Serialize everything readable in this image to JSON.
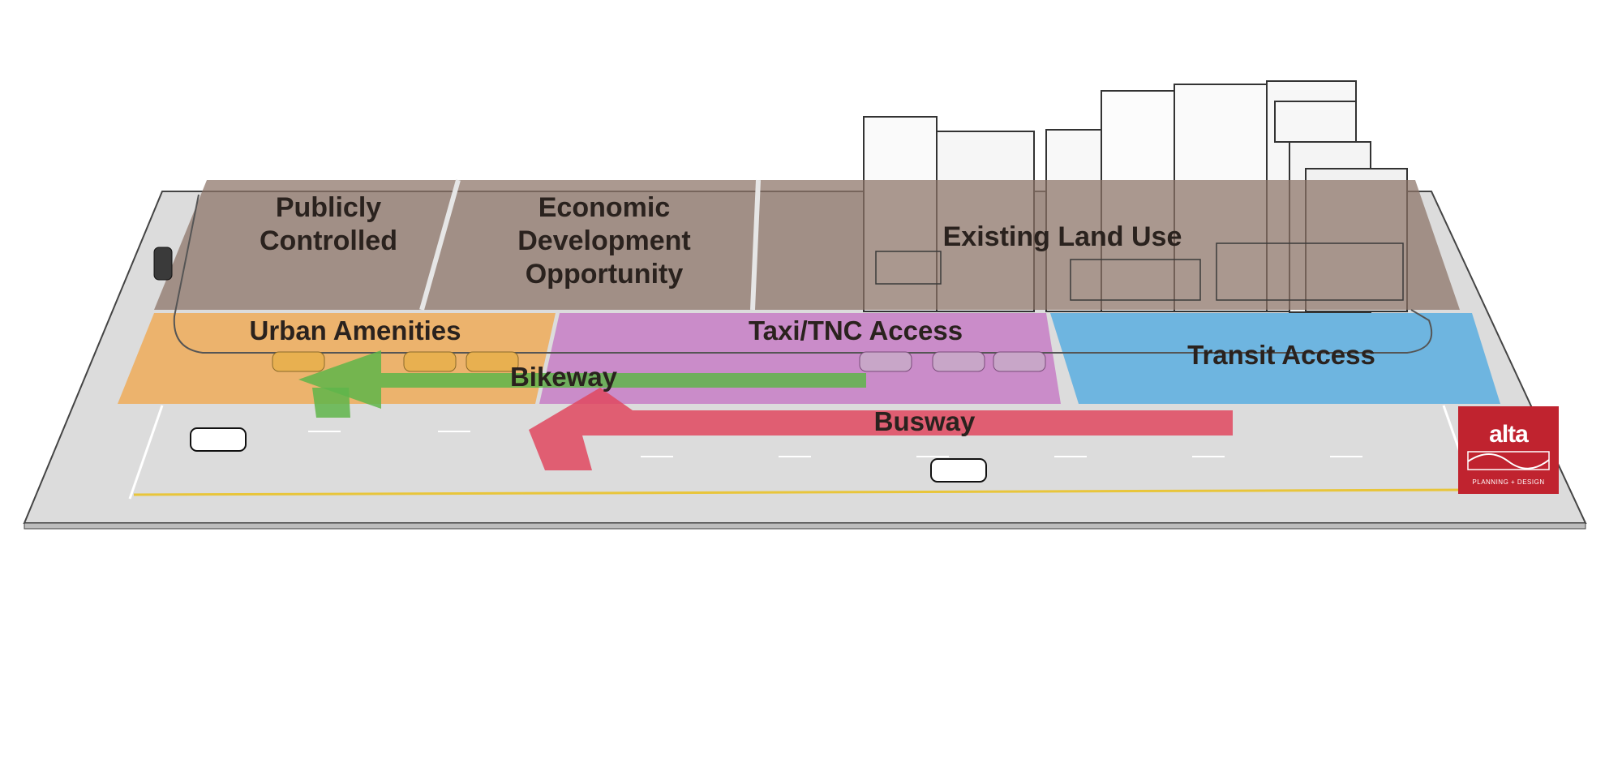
{
  "zones": {
    "publicly_controlled": "Publicly Controlled",
    "economic_development": "Economic Development Opportunity",
    "existing_land_use": "Existing Land Use",
    "urban_amenities": "Urban Amenities",
    "taxi_tnc_access": "Taxi/TNC Access",
    "transit_access": "Transit Access",
    "bikeway": "Bikeway",
    "busway": "Busway"
  },
  "logo": {
    "name": "alta",
    "tagline": "PLANNING + DESIGN"
  },
  "colors": {
    "land_use": "#8a7265",
    "urban_amenities": "#f3a443",
    "taxi_tnc": "#c46ec2",
    "transit": "#5aaee0",
    "bikeway": "#5fb54a",
    "busway": "#e0485f",
    "road": "#d9d9d9",
    "logo": "#c0232f"
  }
}
